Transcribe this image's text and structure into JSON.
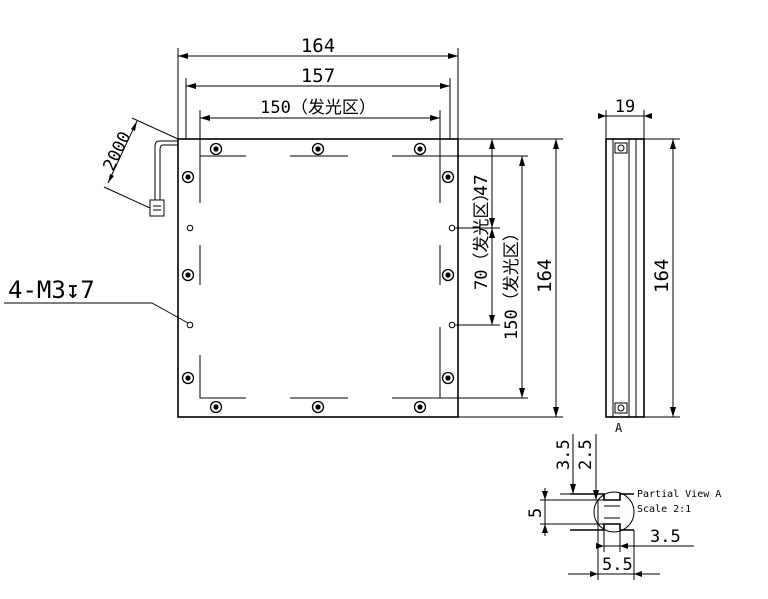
{
  "front_view": {
    "width_overall": "164",
    "width_frame": "157",
    "width_emitting": "150（发光区）",
    "cable_length": "2000",
    "hole_spacing_top": "47",
    "hole_spacing_mid": "70（发光区）",
    "height_emitting": "150（发光区）",
    "height_overall": "164",
    "mount_callout": "4-M3↧7"
  },
  "side_view": {
    "thickness": "19",
    "height": "164",
    "section_label": "A"
  },
  "detail_view": {
    "dim_a": "3.5",
    "dim_b": "2.5",
    "dim_c": "5",
    "dim_d": "3.5",
    "dim_e": "5.5",
    "title": "Partial View A",
    "scale": "Scale 2:1"
  }
}
